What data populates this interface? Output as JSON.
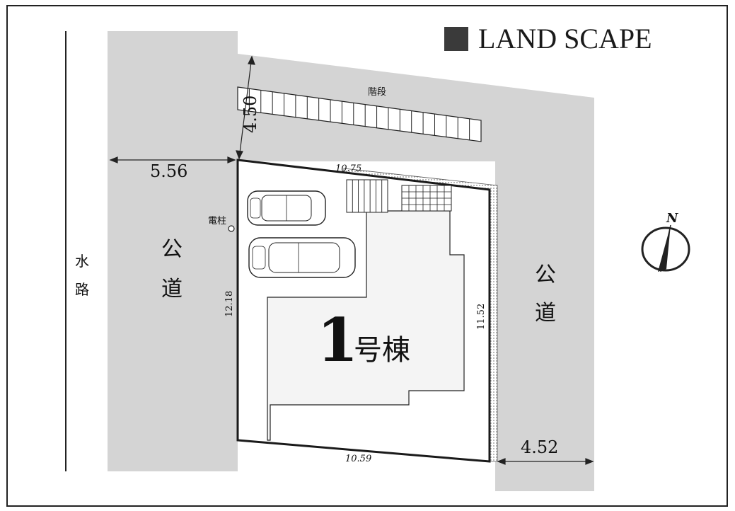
{
  "brand": {
    "text": "LAND SCAPE",
    "square_color": "#3a3a3a"
  },
  "labels": {
    "stairs": "階段",
    "pole": "電柱",
    "house": "号棟",
    "house_num": "1",
    "road_left": [
      "公",
      "道"
    ],
    "road_right": [
      "公",
      "道"
    ],
    "waterway": [
      "水",
      "路"
    ],
    "north": "N"
  },
  "dimensions": {
    "road_width_left": "5.56",
    "road_width_top": "4.50",
    "road_width_right": "4.52",
    "lot_top": "10.75",
    "lot_bottom": "10.59",
    "lot_left": "12.18",
    "lot_right": "11.52"
  },
  "colors": {
    "road": "#d4d4d4",
    "line": "#1a1a1a",
    "house": "#f2f2f2"
  }
}
